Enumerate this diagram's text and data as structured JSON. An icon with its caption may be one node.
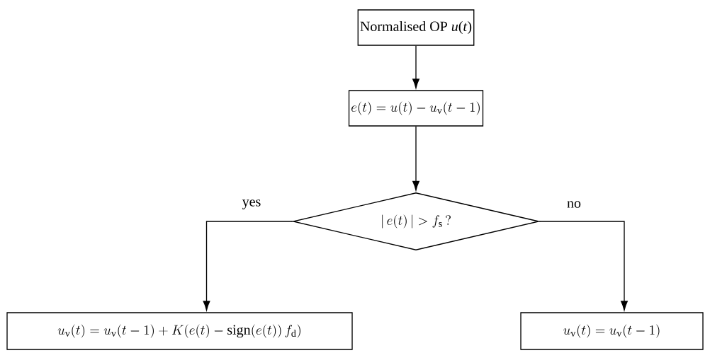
{
  "diagram": {
    "nodes": [
      {
        "text": [
          "Normalised OP *u*(*t*)"
        ]
      },
      {
        "text": [
          "e(t) = u(t) - u_{\\mathrm{v}}(t-1)"
        ]
      },
      {
        "text": [
          "|\\, e(t)\\, | > f_{\\mathrm{s}}\\, ?"
        ]
      },
      {
        "text": [
          "u_{\\mathrm{v}}(t) = u_{\\mathrm{v}}(t-1) + K(e(t) - \\mathrm{sign}(e(t))\\, f_{\\mathrm{d}})"
        ]
      },
      {
        "text": [
          "u_{\\mathrm{v}}(t) = u_{\\mathrm{v}}(t-1)"
        ]
      }
    ],
    "edges": [
      {
        "from": 0,
        "to": 1,
        "arrow": "to"
      },
      {
        "from": 1,
        "to": 2,
        "arrow": "to"
      },
      {
        "from": 2,
        "to": 3,
        "arrow": "to",
        "label": "yes"
      },
      {
        "from": 2,
        "to": 4,
        "arrow": "to",
        "label": "no"
      }
    ]
  }
}
